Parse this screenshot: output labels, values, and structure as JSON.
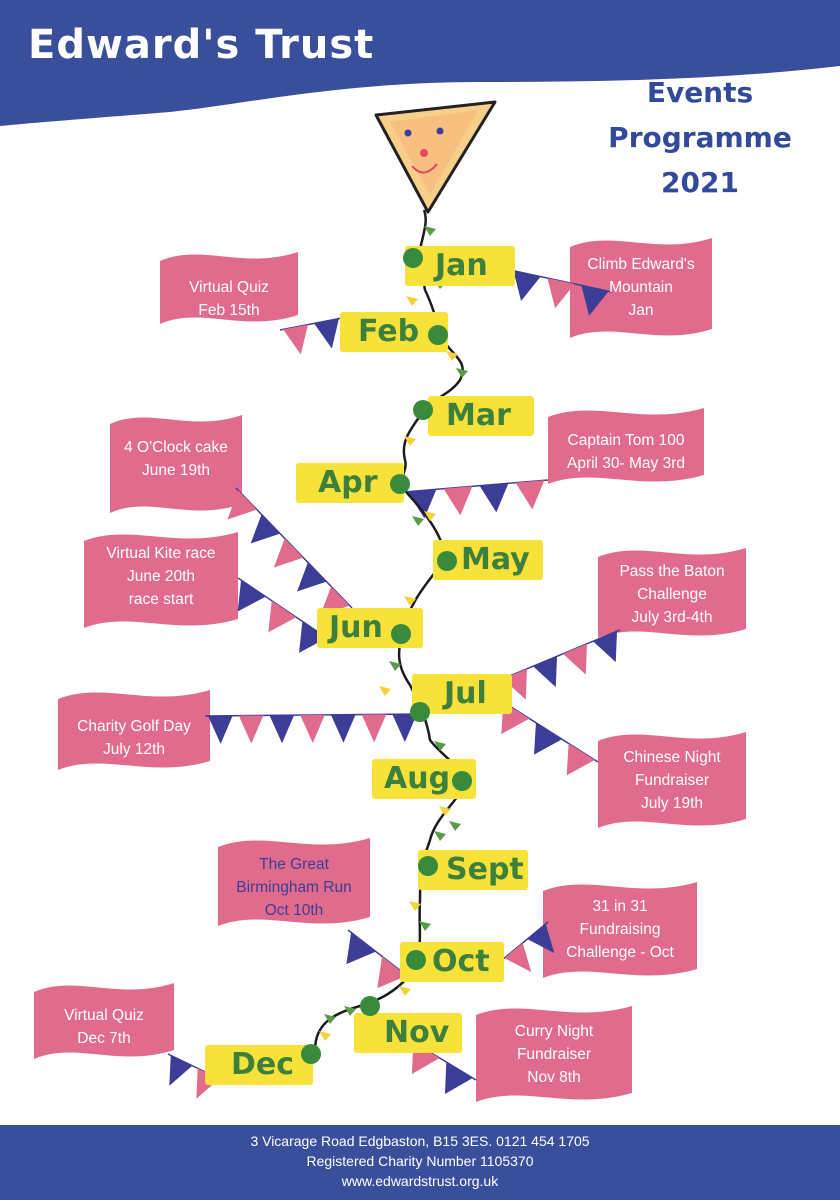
{
  "header": {
    "brand": "Edward's Trust"
  },
  "title": {
    "line1": "Events",
    "line2": "Programme",
    "line3": "2021"
  },
  "months": [
    "Jan",
    "Feb",
    "Mar",
    "Apr",
    "May",
    "Jun",
    "Jul",
    "Aug",
    "Sept",
    "Oct",
    "Nov",
    "Dec"
  ],
  "events": [
    {
      "month": "Jan",
      "lines": [
        "Climb Edward's",
        "Mountain",
        "Jan"
      ]
    },
    {
      "month": "Feb",
      "lines": [
        "Virtual Quiz",
        "Feb 15th"
      ]
    },
    {
      "month": "Apr",
      "lines": [
        "Captain Tom 100",
        "April 30- May 3rd"
      ]
    },
    {
      "month": "Jun",
      "lines": [
        "4 O'Clock cake",
        "June 19th"
      ]
    },
    {
      "month": "Jun",
      "lines": [
        "Virtual Kite race",
        "June 20th",
        "race start"
      ]
    },
    {
      "month": "Jul",
      "lines": [
        "Pass the Baton",
        "Challenge",
        "July 3rd-4th"
      ]
    },
    {
      "month": "Jul",
      "lines": [
        "Charity Golf Day",
        "July 12th"
      ]
    },
    {
      "month": "Jul",
      "lines": [
        "Chinese Night",
        "Fundraiser",
        "July 19th"
      ]
    },
    {
      "month": "Oct",
      "lines": [
        "The Great",
        "Birmingham Run",
        "Oct 10th"
      ]
    },
    {
      "month": "Oct",
      "lines": [
        "31 in 31",
        "Fundraising",
        "Challenge - Oct"
      ]
    },
    {
      "month": "Dec",
      "lines": [
        "Virtual Quiz",
        "Dec 7th"
      ]
    },
    {
      "month": "Nov",
      "lines": [
        "Curry Night",
        "Fundraiser",
        "Nov 8th"
      ]
    }
  ],
  "footer": {
    "address": "3 Vicarage Road Edgbaston, B15 3ES.  0121 454 1705",
    "charity": "Registered Charity Number 1105370",
    "website": "www.edwardstrust.org.uk"
  },
  "colors": {
    "header_blue": "#3a4f9c",
    "flag_pink": "#e16b8d",
    "month_yellow": "#f7e23a",
    "month_text_green": "#3d7f3c",
    "knot_green": "#3a8a3c",
    "bunting_blue": "#3c3d96",
    "title_blue": "#334a9a"
  }
}
